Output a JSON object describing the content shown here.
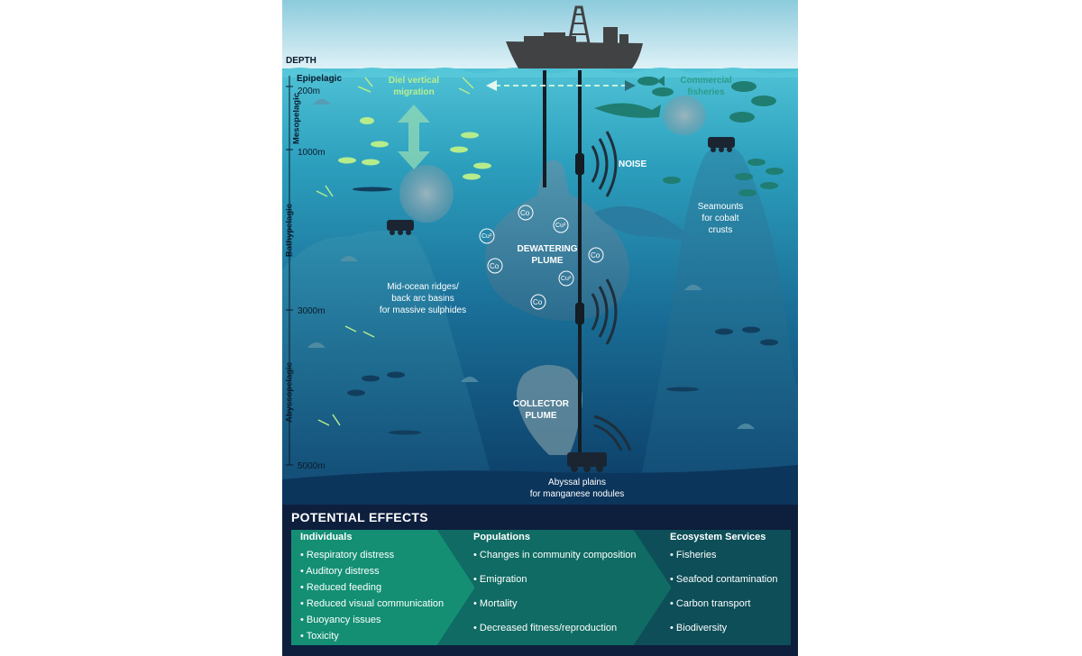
{
  "depth": {
    "title": "DEPTH",
    "markers": [
      "200m",
      "1000m",
      "3000m",
      "5000m"
    ]
  },
  "zones": [
    "Epipelagic",
    "Mesopelagic",
    "Bathypelagic",
    "Abyssopelagic"
  ],
  "labels": {
    "diel_line1": "Diel vertical",
    "diel_line2": "migration",
    "fisheries_line1": "Commercial",
    "fisheries_line2": "fisheries",
    "noise": "NOISE",
    "dewatering_line1": "DEWATERING",
    "dewatering_line2": "PLUME",
    "collector_line1": "COLLECTOR",
    "collector_line2": "PLUME",
    "seamounts_line1": "Seamounts",
    "seamounts_line2": "for cobalt",
    "seamounts_line3": "crusts",
    "ridges_line1": "Mid-ocean ridges/",
    "ridges_line2": "back arc basins",
    "ridges_line3": "for massive sulphides",
    "abyssal_line1": "Abyssal plains",
    "abyssal_line2": "for manganese nodules",
    "metal_co": "Co",
    "metal_cu": "Cu²"
  },
  "effects": {
    "title": "POTENTIAL EFFECTS",
    "columns": [
      {
        "title": "Individuals",
        "items": [
          "• Respiratory distress",
          "• Auditory distress",
          "• Reduced feeding",
          "• Reduced visual communication",
          "• Buoyancy issues",
          "• Toxicity"
        ]
      },
      {
        "title": "Populations",
        "items": [
          "• Changes in community composition",
          "• Emigration",
          "• Mortality",
          "• Decreased fitness/reproduction"
        ]
      },
      {
        "title": "Ecosystem Services",
        "items": [
          "• Fisheries",
          "• Seafood contamination",
          "• Carbon transport",
          "• Biodiversity"
        ]
      }
    ]
  },
  "colors": {
    "sky": "#c4e3ee",
    "ocean_top": "#3fb8cf",
    "ocean_bottom": "#0a3a62",
    "effects_bg": "#0d1f3d",
    "individuals": "#148f74",
    "populations": "#0f6b63",
    "ecosystem": "#0d4e58",
    "diel_text": "#b9ef8e",
    "fisheries_text": "#2c9c87"
  }
}
